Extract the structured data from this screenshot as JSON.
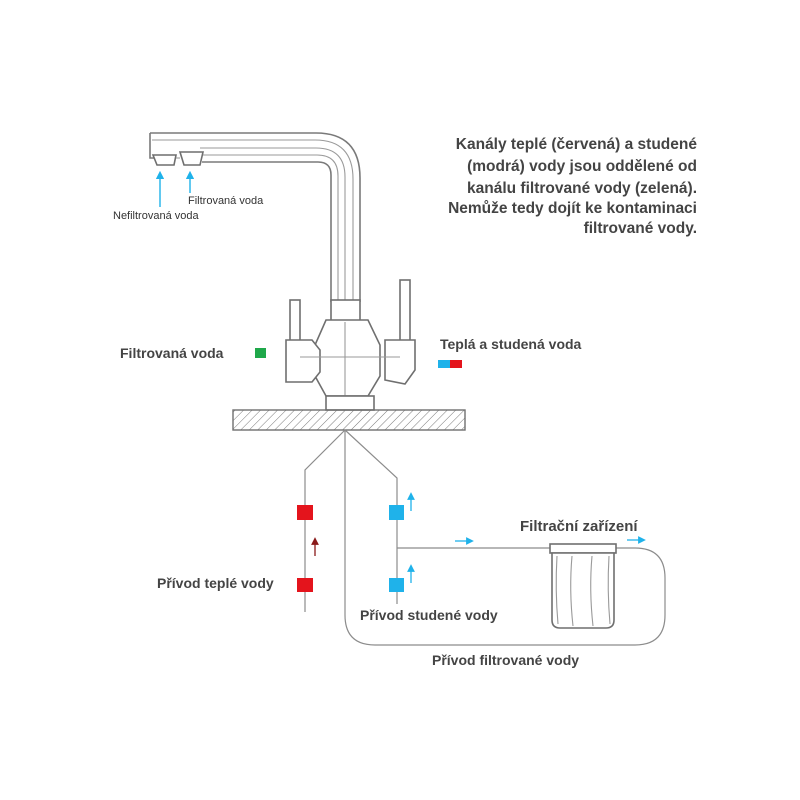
{
  "description": {
    "lines": [
      "Kanály teplé (červená) a studené",
      "(modrá) vody jsou oddělené od",
      "kanálu filtrované vody (zelená).",
      "Nemůže tedy dojít ke kontaminaci",
      "filtrované vody."
    ]
  },
  "labels": {
    "spout_filtered": "Filtrovaná voda",
    "spout_unfiltered": "Nefiltrovaná voda",
    "filtered_water": "Filtrovaná voda",
    "hot_cold_water": "Teplá a studená voda",
    "filter_device": "Filtrační zařízení",
    "hot_supply": "Přívod teplé vody",
    "cold_supply": "Přívod studené vody",
    "filtered_supply": "Přívod filtrované vody"
  },
  "colors": {
    "hot": "#e4141c",
    "hot_arrow": "#8a1a1a",
    "cold": "#1fb2ea",
    "filtered": "#1fa84a",
    "text": "#444444"
  }
}
